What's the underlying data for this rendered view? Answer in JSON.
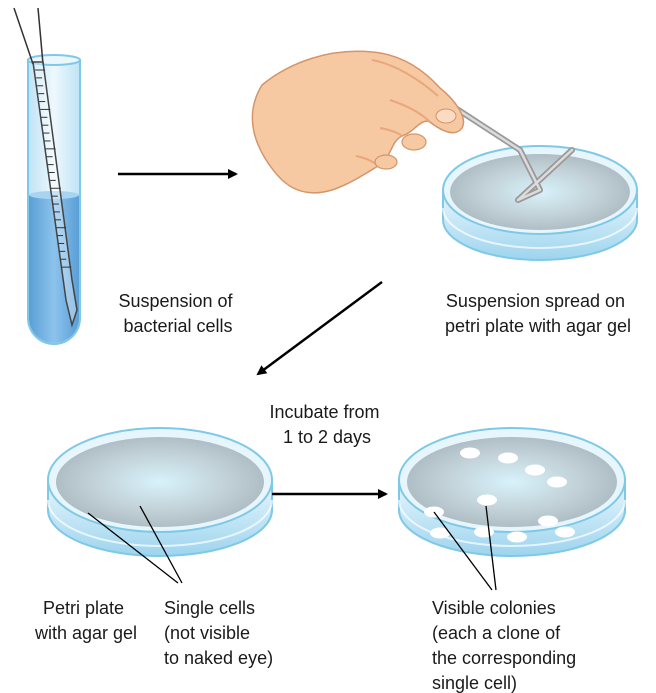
{
  "labels": {
    "suspension": [
      "Suspension of",
      "bacterial cells"
    ],
    "spread": [
      "Suspension spread on",
      "petri plate with agar gel"
    ],
    "incubate": [
      "Incubate from",
      "1 to 2 days"
    ],
    "plate": [
      "Petri plate",
      "with agar gel"
    ],
    "single_cells": [
      "Single cells",
      "(not visible",
      "to naked eye)"
    ],
    "colonies": [
      "Visible colonies",
      "(each a clone of",
      "the corresponding",
      "single cell)"
    ]
  },
  "colors": {
    "glass_edge": "#7ec8e8",
    "glass_fill": "#d8f0fa",
    "liquid": "#6fb0e0",
    "agar": "#b8c6cc",
    "agar_glow": "#dcf3fb",
    "colony": "#ffffff",
    "arrow": "#000000",
    "skin": "#f6c9a2",
    "skin_shade": "#e8a77c",
    "spreader": "#b4b4b4"
  },
  "icons": {
    "test_tube": "test-tube-icon",
    "pipette": "pipette-icon",
    "hand": "hand-icon",
    "spreader": "glass-spreader-icon",
    "petri_dish": "petri-dish-icon"
  }
}
